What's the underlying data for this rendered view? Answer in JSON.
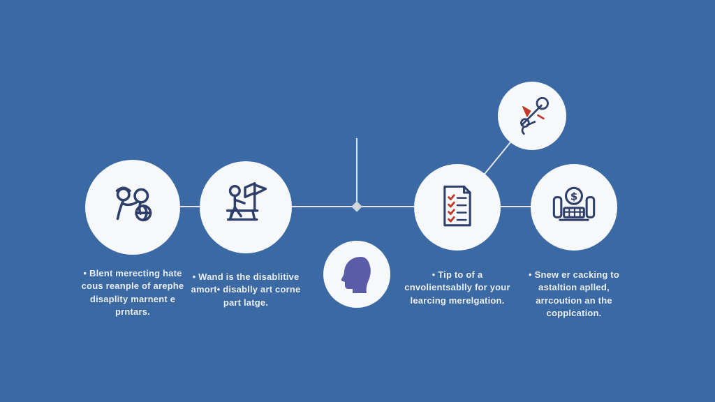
{
  "canvas": {
    "background_color": "#3a69a4",
    "connector_color": "#e2e7ed",
    "circle_fill": "#f7f8f9"
  },
  "diagram": {
    "colors": {
      "icon_stroke": "#2e3f6b",
      "accent_red": "#c0392b",
      "head_purple": "#5a5ca8",
      "caption_text": "#edf2f8"
    },
    "steps": [
      {
        "id": "step-1",
        "icon": "people-support-icon",
        "caption": "• Blent merecting hate cous reanple of arephe disaplity marnent e prntars."
      },
      {
        "id": "step-2",
        "icon": "person-desk-chart-icon",
        "caption": "• Wand is the disablitive amort• disablly art corne part latge."
      },
      {
        "id": "step-3",
        "icon": "checklist-document-icon",
        "caption": "• Tip to of a cnvolientsablly for your learcing merelgation."
      },
      {
        "id": "step-4",
        "icon": "money-bag-icon",
        "caption": "• Snew er cacking to astaltion aplled, arrcoution an the copplcation."
      }
    ],
    "floating_nodes": [
      {
        "id": "flag-node",
        "icon": "person-flag-icon"
      },
      {
        "id": "head-node",
        "icon": "head-silhouette-icon"
      }
    ]
  }
}
